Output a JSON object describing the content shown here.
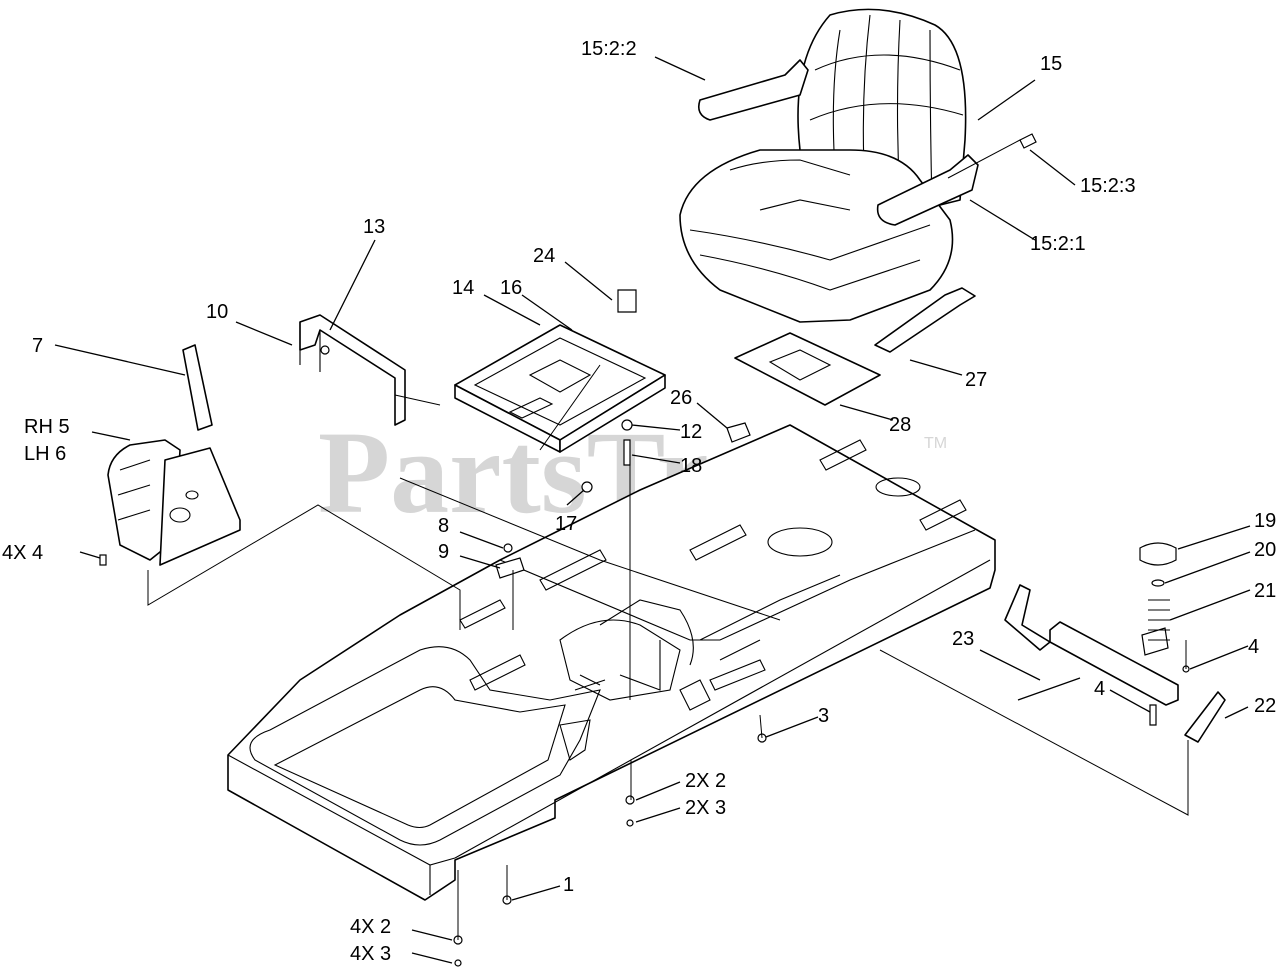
{
  "watermark": {
    "text": "PartsTree",
    "trademark": "TM"
  },
  "callouts": [
    {
      "id": "15:2:2",
      "text": "15:2:2"
    },
    {
      "id": "15",
      "text": "15"
    },
    {
      "id": "15:2:3",
      "text": "15:2:3"
    },
    {
      "id": "15:2:1",
      "text": "15:2:1"
    },
    {
      "id": "13",
      "text": "13"
    },
    {
      "id": "24",
      "text": "24"
    },
    {
      "id": "14",
      "text": "14"
    },
    {
      "id": "16",
      "text": "16"
    },
    {
      "id": "10",
      "text": "10"
    },
    {
      "id": "7",
      "text": "7"
    },
    {
      "id": "27",
      "text": "27"
    },
    {
      "id": "26",
      "text": "26"
    },
    {
      "id": "28",
      "text": "28"
    },
    {
      "id": "12",
      "text": "12"
    },
    {
      "id": "rh5",
      "text": "RH 5"
    },
    {
      "id": "lh6",
      "text": "LH 6"
    },
    {
      "id": "18",
      "text": "18"
    },
    {
      "id": "17",
      "text": "17"
    },
    {
      "id": "8",
      "text": "8"
    },
    {
      "id": "4x4",
      "text": "4X 4"
    },
    {
      "id": "9",
      "text": "9"
    },
    {
      "id": "19",
      "text": "19"
    },
    {
      "id": "20",
      "text": "20"
    },
    {
      "id": "21",
      "text": "21"
    },
    {
      "id": "23",
      "text": "23"
    },
    {
      "id": "4a",
      "text": "4"
    },
    {
      "id": "4b",
      "text": "4"
    },
    {
      "id": "22",
      "text": "22"
    },
    {
      "id": "3",
      "text": "3"
    },
    {
      "id": "2x2",
      "text": "2X 2"
    },
    {
      "id": "2x3",
      "text": "2X 3"
    },
    {
      "id": "1",
      "text": "1"
    },
    {
      "id": "4x2",
      "text": "4X 2"
    },
    {
      "id": "4x3",
      "text": "4X 3"
    }
  ]
}
